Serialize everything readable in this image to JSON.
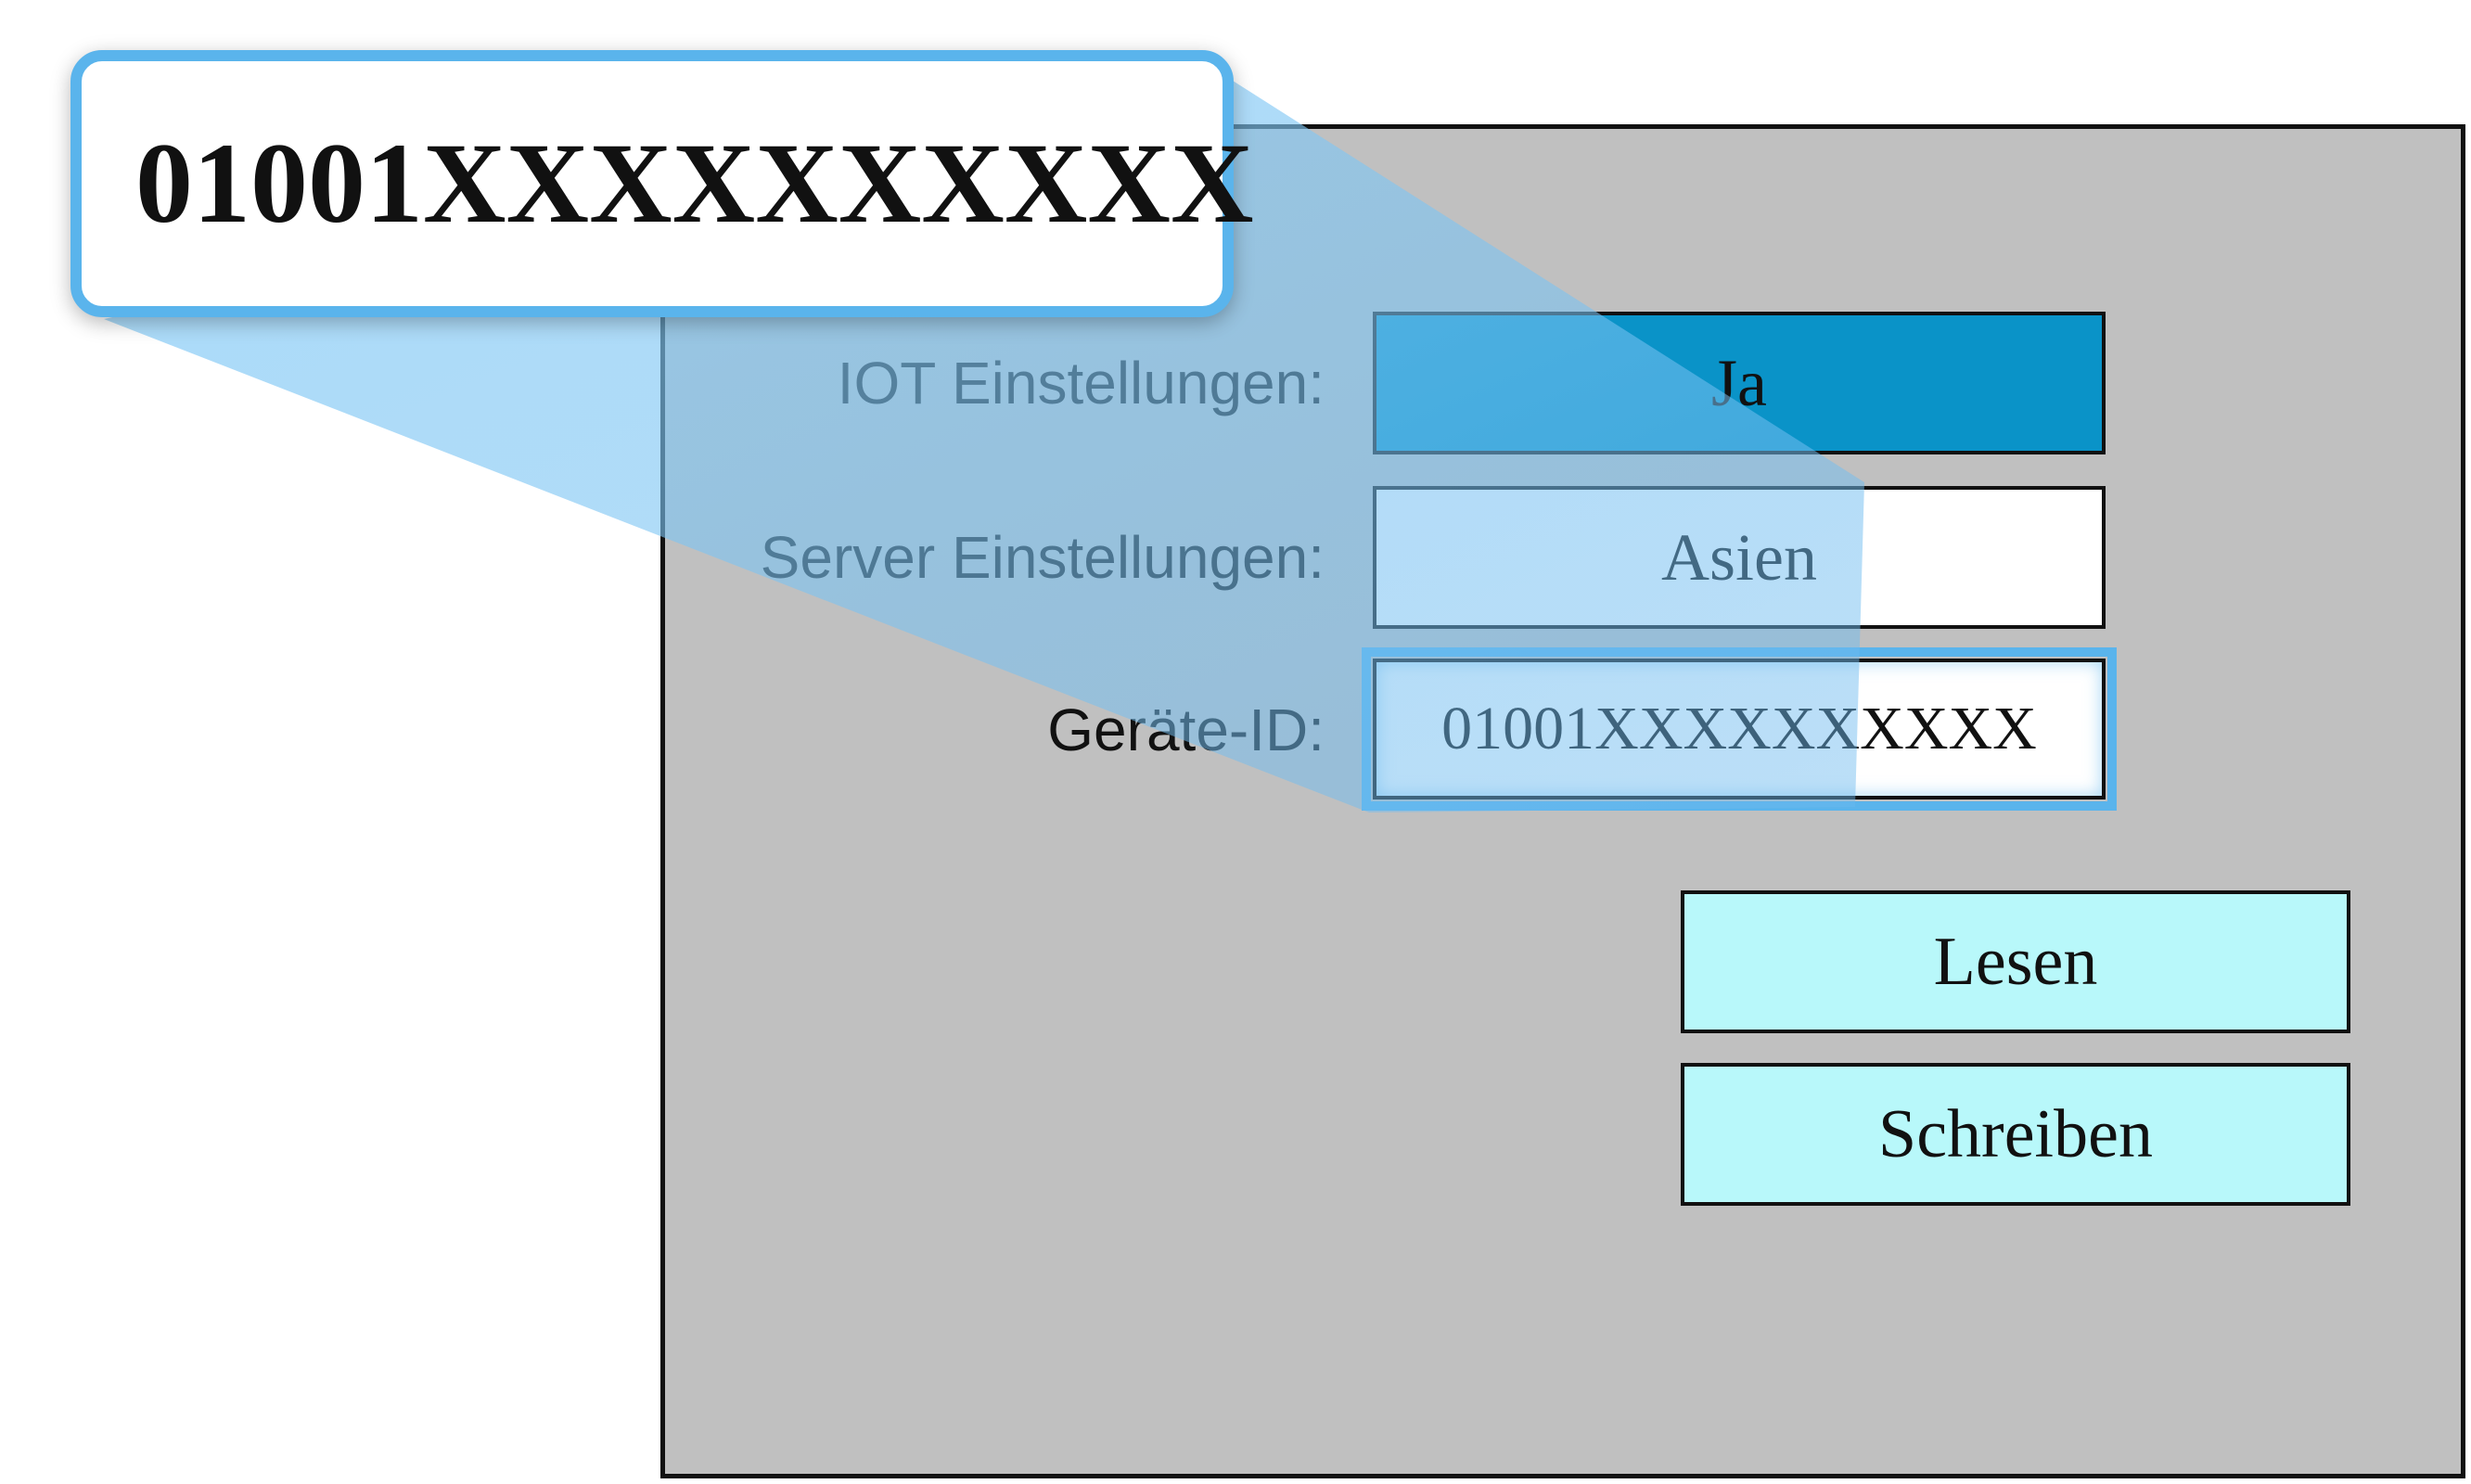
{
  "form": {
    "iot_label": "IOT Einstellungen:",
    "iot_value": "Ja",
    "server_label": "Server Einstellungen:",
    "server_value": "Asien",
    "device_label": "Geräte-ID:",
    "device_value": "01001XXXXXXXXXX"
  },
  "buttons": {
    "read": "Lesen",
    "write": "Schreiben"
  },
  "zoom": {
    "text": "01001XXXXXXXXXX"
  },
  "colors": {
    "panel": "#c0c0c0",
    "iot_value_bg": "#0a93c8",
    "button_bg": "#b8f8fa",
    "highlight": "#5ab4ec"
  }
}
